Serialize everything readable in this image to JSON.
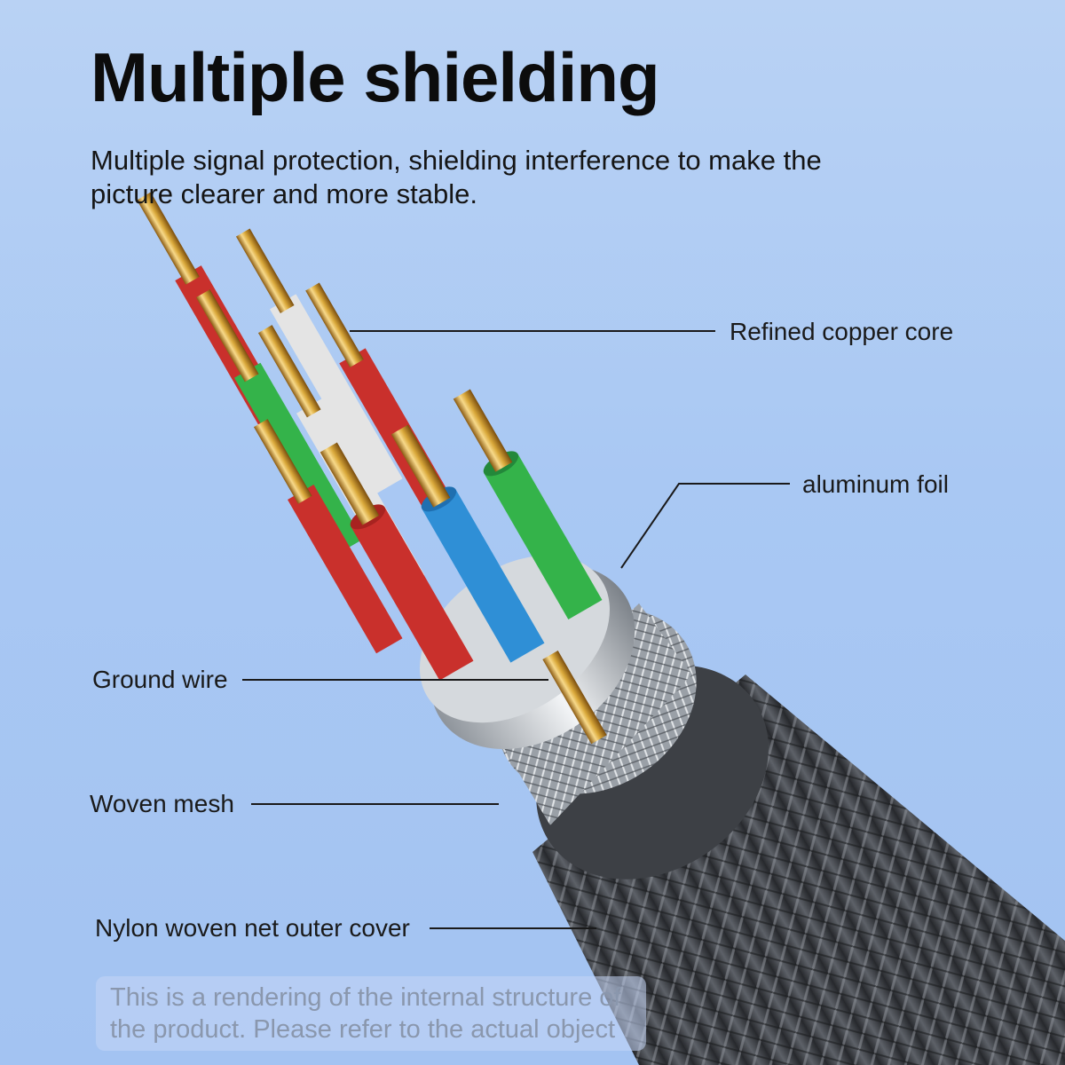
{
  "heading": {
    "title": "Multiple shielding",
    "subtitle": "Multiple signal protection, shielding interference to make the picture clearer and more stable."
  },
  "callouts": {
    "copper_core": "Refined copper core",
    "aluminum_foil": "aluminum foil",
    "ground_wire": "Ground wire",
    "woven_mesh": "Woven mesh",
    "outer_cover": "Nylon woven net outer cover"
  },
  "disclaimer": "This is a rendering of the internal structure of the product. Please refer to the actual object",
  "colors": {
    "background": "#a9c8f3",
    "copper": "#d9a83a",
    "insulation_red": "#c9302c",
    "insulation_green": "#34b34a",
    "insulation_blue": "#2f8fd6",
    "insulation_white": "#e4e4e4",
    "foil": "#c9cdd2",
    "braid": "#3a3d42"
  }
}
